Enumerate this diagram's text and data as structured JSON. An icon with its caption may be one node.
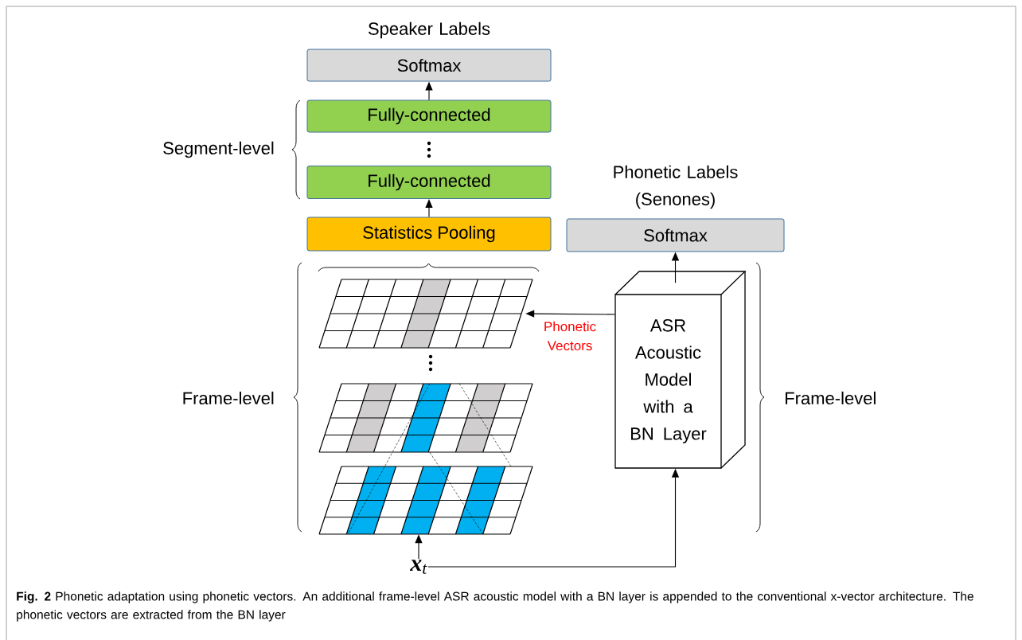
{
  "diagram": {
    "caption": "**Fig. 2** Phonetic adaptation using phonetic vectors. An additional frame-level ASR acoustic model with a BN layer is appended to the conventional x-vector architecture. The phonetic vectors are extracted from the BN layer",
    "nodes": [
      {
        "text": [
          "Speaker Labels",
          "Softmax"
        ]
      },
      {
        "text": [
          "Fully-connected"
        ]
      },
      {
        "text": [
          "Fully-connected"
        ]
      },
      {
        "text": [
          "Statistics Pooling"
        ]
      },
      {
        "text": [
          "Phonetic Labels (Senones)",
          "Softmax"
        ]
      },
      {
        "text": [],
        "shape": "grid"
      },
      {
        "text": [],
        "shape": "grid"
      },
      {
        "text": [],
        "shape": "grid"
      },
      {
        "text": [
          "ASR Acoustic Model with a BN Layer"
        ]
      },
      {
        "text": [
          "**x**$_{t}$"
        ]
      }
    ],
    "edges": [
      {
        "from": 1,
        "to": 0,
        "arrow": "to"
      },
      {
        "from": 3,
        "to": 2,
        "arrow": "to"
      },
      {
        "from": 8,
        "to": 4,
        "arrow": "to"
      },
      {
        "from": 8,
        "to": 5,
        "arrow": "to",
        "label": "Phonetic Vectors"
      },
      {
        "from": 9,
        "to": 7,
        "arrow": "to"
      },
      {
        "from": 9,
        "to": 8,
        "arrow": "to"
      },
      {
        "from": 6,
        "to": 7,
        "arrow": "none",
        "style": "dashed"
      },
      {
        "from": 6,
        "to": 7,
        "arrow": "none",
        "style": "dashed"
      },
      {
        "from": 6,
        "to": 7,
        "arrow": "none",
        "style": "dashed"
      }
    ],
    "labels": [
      "Segment-level",
      "Frame-level",
      "Frame-level"
    ]
  }
}
